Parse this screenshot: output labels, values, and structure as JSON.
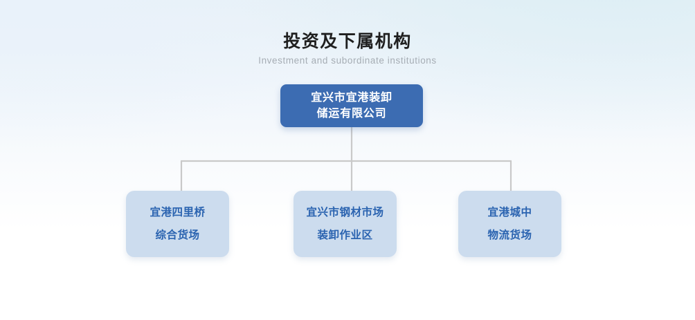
{
  "heading": {
    "title": "投资及下属机构",
    "subtitle": "Investment and subordinate institutions"
  },
  "colors": {
    "root_fill": "#3c6cb2",
    "root_text": "#ffffff",
    "child_fill": "#ccdcee",
    "child_text": "#2a63b0",
    "connector": "#c9c9c9",
    "title_text": "#1f1f1f",
    "subtitle_text": "#a6adb4",
    "background_top": "#e8f1f8",
    "background_bottom": "#ffffff"
  },
  "org_chart": {
    "root": {
      "lines": [
        "宜兴市宜港装卸",
        "储运有限公司"
      ],
      "full_name": "宜兴市宜港装卸储运有限公司"
    },
    "children": [
      {
        "lines": [
          "宜港四里桥",
          "综合货场"
        ],
        "full_name": "宜港四里桥综合货场"
      },
      {
        "lines": [
          "宜兴市钢材市场",
          "装卸作业区"
        ],
        "full_name": "宜兴市钢材市场装卸作业区"
      },
      {
        "lines": [
          "宜港城中",
          "物流货场"
        ],
        "full_name": "宜港城中物流货场"
      }
    ]
  }
}
